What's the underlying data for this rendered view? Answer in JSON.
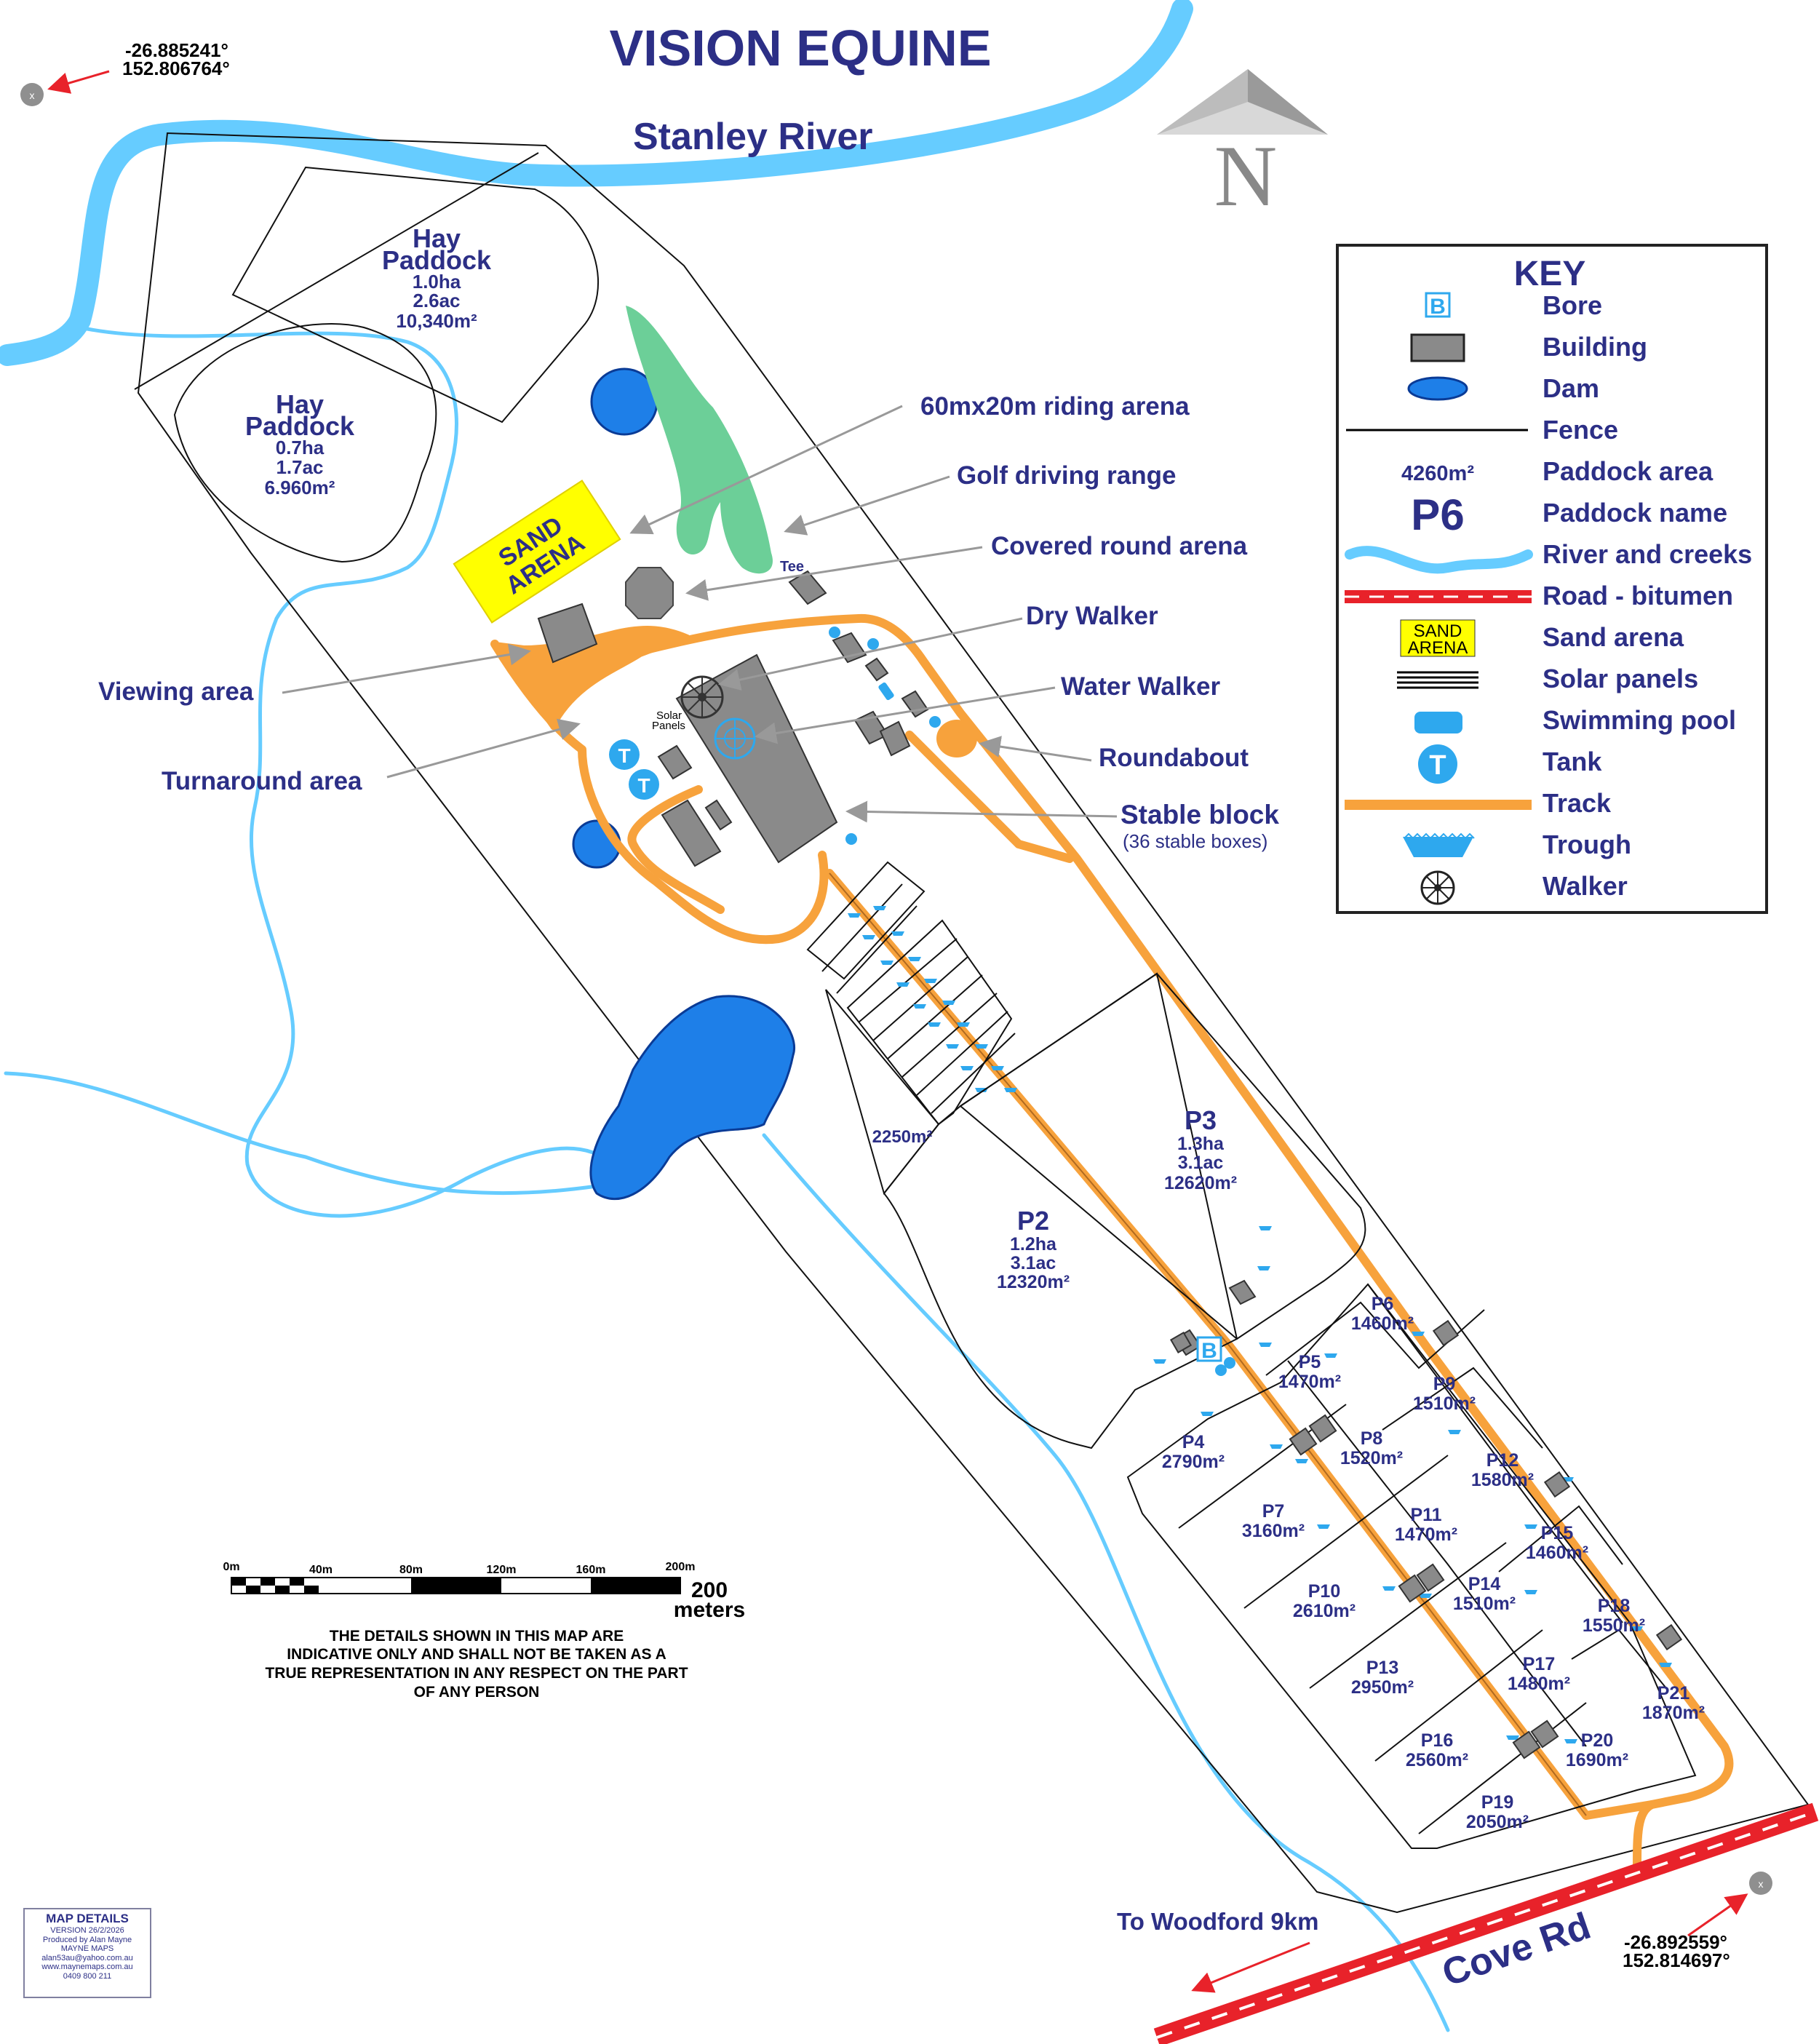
{
  "title": "VISION EQUINE",
  "river_label": "Stanley River",
  "coords": {
    "top_left": [
      "-26.885241°",
      "152.806764°"
    ],
    "bottom_right": [
      "-26.892559°",
      "152.814697°"
    ],
    "marker": "x"
  },
  "north": "N",
  "key": {
    "title": "KEY",
    "sample_area": "4260m²",
    "sample_name": "P6",
    "sand_1": "SAND",
    "sand_2": "ARENA",
    "bore_letter": "B",
    "tank_letter": "T",
    "items": [
      "Bore",
      "Building",
      "Dam",
      "Fence",
      "Paddock area",
      "Paddock name",
      "River and creeks",
      "Road - bitumen",
      "Sand arena",
      "Solar panels",
      "Swimming pool",
      "Tank",
      "Track",
      "Trough",
      "Walker"
    ]
  },
  "callouts": {
    "riding_arena": "60mx20m riding arena",
    "golf": "Golf driving range",
    "round_arena": "Covered round arena",
    "dry_walker": "Dry Walker",
    "water_walker": "Water Walker",
    "roundabout": "Roundabout",
    "stable": "Stable block",
    "stable_sub": "(36 stable boxes)",
    "viewing": "Viewing area",
    "turnaround": "Turnaround area"
  },
  "hay1": [
    "Hay",
    "Paddock",
    "1.0ha",
    "2.6ac",
    "10,340m²"
  ],
  "hay2": [
    "Hay",
    "Paddock",
    "0.7ha",
    "1.7ac",
    "6.960m²"
  ],
  "sand_arena": [
    "SAND",
    "ARENA"
  ],
  "tee": "Tee",
  "solar": [
    "Solar",
    "Panels"
  ],
  "p2": [
    "P2",
    "1.2ha",
    "3.1ac",
    "12320m²"
  ],
  "p3": [
    "P3",
    "1.3ha",
    "3.1ac",
    "12620m²"
  ],
  "small_area": "2250m²",
  "paddocks": [
    {
      "name": "P4",
      "area": "2790m²"
    },
    {
      "name": "P5",
      "area": "1470m²"
    },
    {
      "name": "P6",
      "area": "1460m²"
    },
    {
      "name": "P7",
      "area": "3160m²"
    },
    {
      "name": "P8",
      "area": "1520m²"
    },
    {
      "name": "P9",
      "area": "1510m²"
    },
    {
      "name": "P10",
      "area": "2610m²"
    },
    {
      "name": "P11",
      "area": "1470m²"
    },
    {
      "name": "P12",
      "area": "1580m²"
    },
    {
      "name": "P13",
      "area": "2950m²"
    },
    {
      "name": "P14",
      "area": "1510m²"
    },
    {
      "name": "P15",
      "area": "1460m²"
    },
    {
      "name": "P16",
      "area": "2560m²"
    },
    {
      "name": "P17",
      "area": "1480m²"
    },
    {
      "name": "P18",
      "area": "1550m²"
    },
    {
      "name": "P19",
      "area": "2050m²"
    },
    {
      "name": "P20",
      "area": "1690m²"
    },
    {
      "name": "P21",
      "area": "1870m²"
    }
  ],
  "scale": {
    "ticks": [
      "0m",
      "40m",
      "80m",
      "120m",
      "160m",
      "200m"
    ],
    "value": "200",
    "unit": "meters"
  },
  "disclaimer": [
    "THE DETAILS SHOWN IN THIS MAP ARE",
    "INDICATIVE ONLY AND SHALL NOT BE TAKEN AS A",
    "TRUE REPRESENTATION IN ANY RESPECT ON THE PART",
    "OF ANY PERSON"
  ],
  "road": "Cove Rd",
  "woodford": "To Woodford 9km",
  "details": {
    "title": "MAP DETAILS",
    "lines": [
      "VERSION 26/2/2026",
      "Produced by Alan Mayne",
      "MAYNE MAPS",
      "alan53au@yahoo.com.au",
      "www.maynemaps.com.au",
      "0409 800 211"
    ]
  },
  "colors": {
    "title": "#2c2f86",
    "river": "#66ccff",
    "dam": "#1e7fe8",
    "track": "#f7a23c",
    "golf": "#6ccf98",
    "sand": "#ffff00",
    "road": "#e8222a",
    "building": "#8a8a8a",
    "water_icon": "#2ea8ee"
  }
}
